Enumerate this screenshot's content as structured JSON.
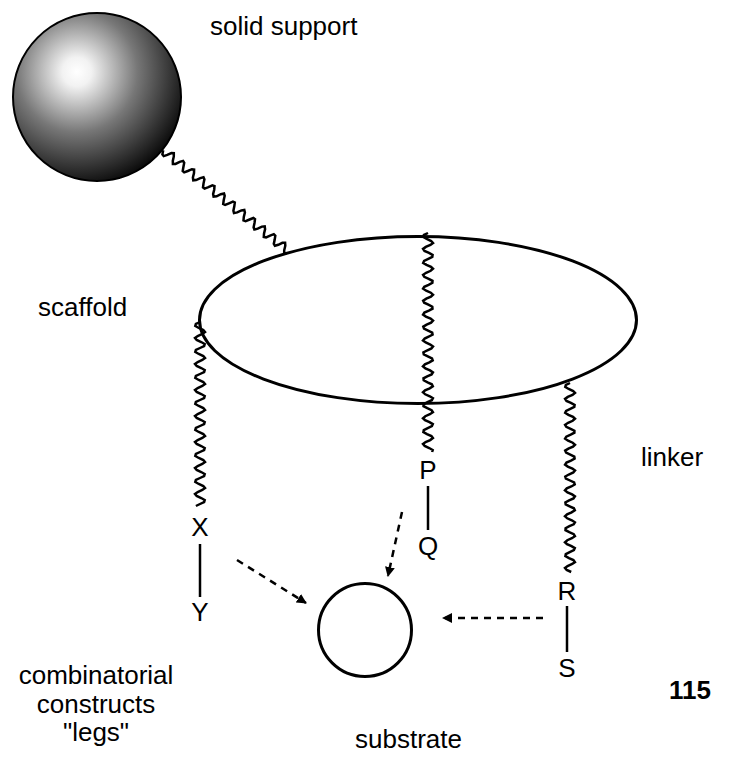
{
  "diagram": {
    "nodes": [
      {
        "text": [
          "solid support"
        ]
      },
      {
        "text": [
          "scaffold"
        ]
      },
      {
        "text": [
          "substrate"
        ]
      }
    ],
    "edges": [
      {
        "from": 0,
        "to": 1,
        "arrow": "none"
      }
    ],
    "labels": [
      "linker",
      "X",
      "Y",
      "P",
      "Q",
      "R",
      "S",
      "combinatorial constructs \"legs\"",
      "115"
    ]
  }
}
